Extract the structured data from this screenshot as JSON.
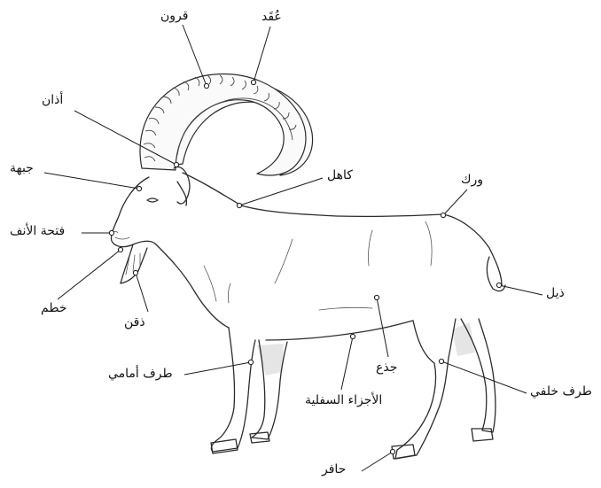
{
  "labels": {
    "horns": "قرون",
    "knots": "عُقَد",
    "ears": "أذان",
    "forehead": "جبهة",
    "withers": "كاهل",
    "hip": "ورك",
    "nostril": "فتحة الأنف",
    "muzzle": "خطم",
    "beard": "ذقن",
    "tail": "ذيل",
    "trunk": "جذع",
    "forelimb": "طرف أمامي",
    "underparts": "الأجزاء السفلية",
    "hindlimb": "طرف خلفي",
    "hoof": "حافر"
  }
}
